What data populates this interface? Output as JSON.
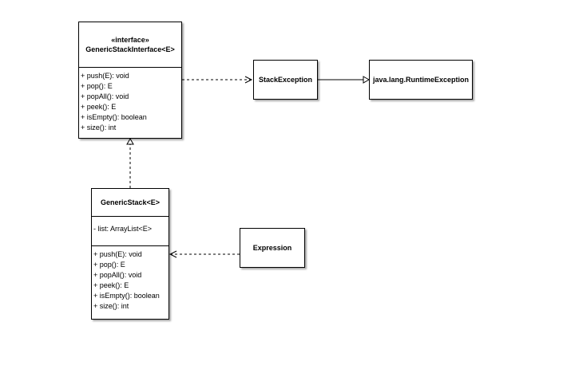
{
  "diagram": {
    "interface_box": {
      "stereotype": "«interface»",
      "name": "GenericStackInterface<E>",
      "operations": [
        "+ push(E): void",
        "+ pop(): E",
        "+ popAll(): void",
        "+ peek(): E",
        "+ isEmpty(): boolean",
        "+ size(): int"
      ]
    },
    "stack_class": {
      "name": "GenericStack<E>",
      "attributes": [
        "- list: ArrayList<E>"
      ],
      "operations": [
        "+ push(E): void",
        "+ pop(): E",
        "+ popAll(): void",
        "+ peek(): E",
        "+ isEmpty(): boolean",
        "+ size(): int"
      ]
    },
    "stack_exception": {
      "name": "StackException"
    },
    "runtime_exception": {
      "name": "java.lang.RuntimeException"
    },
    "expression": {
      "name": "Expression"
    },
    "relationships": [
      {
        "from": "interface_box",
        "to": "stack_exception",
        "kind": "dependency"
      },
      {
        "from": "stack_exception",
        "to": "runtime_exception",
        "kind": "generalization"
      },
      {
        "from": "stack_class",
        "to": "interface_box",
        "kind": "realization"
      },
      {
        "from": "expression",
        "to": "stack_class",
        "kind": "dependency"
      }
    ],
    "colors": {
      "line": "#000000",
      "fill": "#ffffff"
    }
  }
}
